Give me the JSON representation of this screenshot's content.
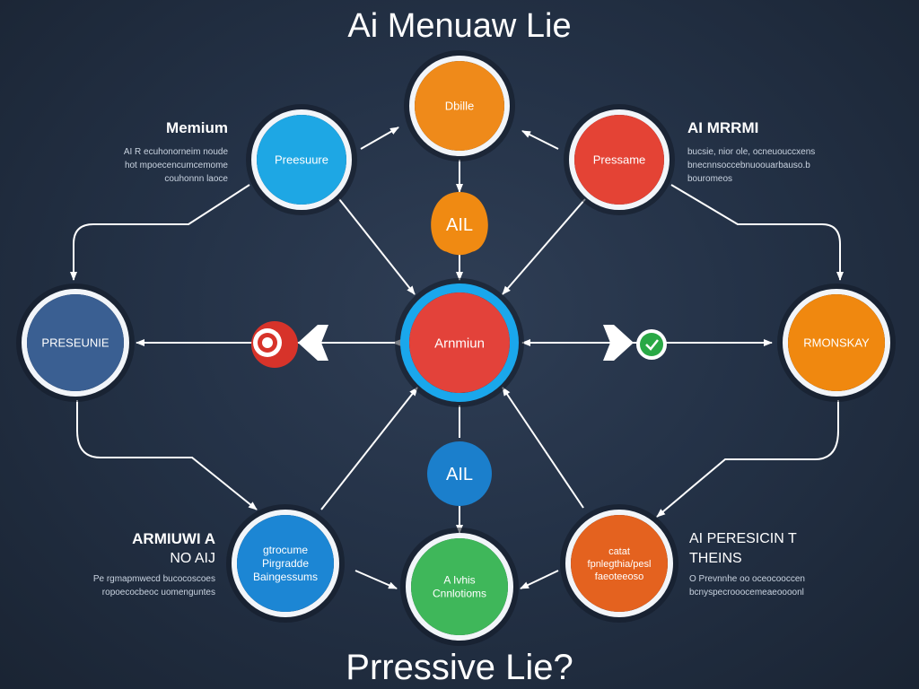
{
  "title": "Ai Menuaw Lie",
  "footer": "Prressive Lie?",
  "nodes": [
    {
      "id": "top",
      "label": "Dbille",
      "color": "#ef8a1a"
    },
    {
      "id": "upper-left",
      "label": "Preesuure",
      "color": "#1ea7e4"
    },
    {
      "id": "upper-right",
      "label": "Pressame",
      "color": "#e44335"
    },
    {
      "id": "left",
      "label": "PRESEUNIE",
      "color": "#3a5f92"
    },
    {
      "id": "center",
      "label": "Arnmiun",
      "color": "#e3423a"
    },
    {
      "id": "right",
      "label": "RMONSKAY",
      "color": "#f0880f"
    },
    {
      "id": "lower-left",
      "label": "gtrocume Pirgradde Baingessums",
      "color": "#1c86d4"
    },
    {
      "id": "bottom",
      "label": "A Ivhis Cnnlotioms",
      "color": "#3fb75a"
    },
    {
      "id": "lower-right",
      "label": "catat fpnlegthia/pesl faeoteeoso",
      "color": "#e4621f"
    },
    {
      "id": "ail-top",
      "label": "AIL",
      "color": "#f08a12"
    },
    {
      "id": "ail-bottom",
      "label": "AIL",
      "color": "#1b7fcc"
    }
  ],
  "notes": {
    "top_left": {
      "heading": "Memium",
      "lines": [
        "AI R ecuhonorneim noude",
        "hot mpoecencumcemome",
        "couhonnn laoce"
      ]
    },
    "top_right": {
      "heading": "AI MRRMI",
      "lines": [
        "bucsie, nior ole, ocneuouccxens",
        "bnecnnsoccebnuoouarbauso.b",
        "bouromeos"
      ]
    },
    "bottom_left": {
      "heading": "ARMIUWI A",
      "subheading": "NO AIJ",
      "lines": [
        "Pe rgmapmwecd bucocoscoes",
        "ropoecocbeoc uomenguntes"
      ]
    },
    "bottom_right": {
      "heading": "AI PERESICIN T",
      "subheading": "THEINS",
      "lines": [
        "O Prevnnhe oo oceocooccen",
        "bcnyspecrooocemeaeoooonl"
      ]
    }
  }
}
